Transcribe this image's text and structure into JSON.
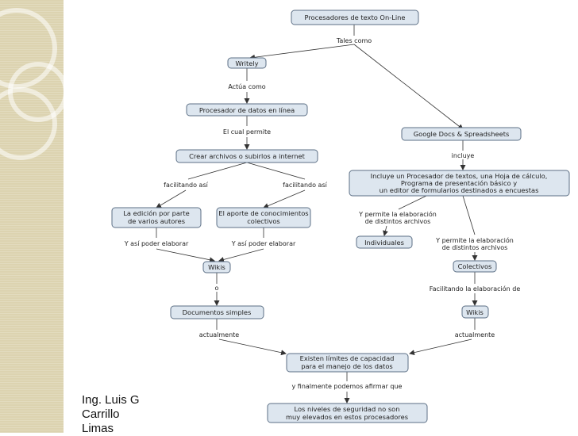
{
  "author": "Ing. Luis G\nCarrillo\nLimas",
  "nodes": {
    "procesadores": "Procesadores de texto On-Line",
    "writely": "Writely",
    "procesador_datos": "Procesador de datos en línea",
    "crear_archivos": "Crear archivos o subirlos a internet",
    "edicion": [
      "La edición por parte",
      "de varios autores"
    ],
    "aporte": [
      "El aporte de conocimientos",
      "colectivos"
    ],
    "wikis_left": "Wikis",
    "documentos": "Documentos simples",
    "limites": [
      "Existen límites de capacidad",
      "para el manejo de los datos"
    ],
    "seguridad": [
      "Los niveles de seguridad no son",
      "muy elevados en estos procesadores"
    ],
    "google": "Google Docs & Spreadsheets",
    "incluye_box": [
      "Incluye un Procesador de textos, una Hoja de cálculo,",
      "Programa de presentación básico y",
      "un editor de formularios destinados a encuestas"
    ],
    "individuales": "Individuales",
    "colectivos": "Colectivos",
    "wikis_right": "Wikis"
  },
  "links": {
    "tales_como": "Tales como",
    "actua_como": "Actúa como",
    "el_cual_permite": "El cual permite",
    "facilitando_left": "facilitando así",
    "facilitando_right": "facilitando así",
    "y_asi_left": "Y así poder elaborar",
    "y_asi_right": "Y así poder elaborar",
    "o": "o",
    "actualmente_left": "actualmente",
    "y_finalmente": "y finalmente podemos afirmar que",
    "incluye": "incluye",
    "permite_elab_1": [
      "Y permite la elaboración",
      "de distintos archivos"
    ],
    "permite_elab_2": [
      "Y permite la elaboración",
      "de distintos archivos"
    ],
    "facilitando_elab": "Facilitando la elaboración de",
    "actualmente_right": "actualmente"
  },
  "colors": {
    "sidebar": "#dcd3b0",
    "node_fill": "#dde6ef",
    "node_border": "#5c6f85",
    "line": "#333333"
  }
}
